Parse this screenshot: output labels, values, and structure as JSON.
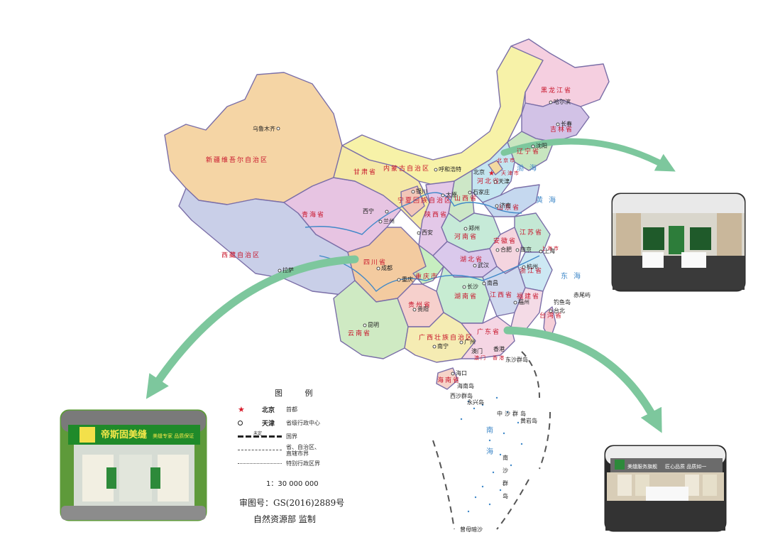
{
  "map": {
    "regions": [
      "新疆维吾尔自治区",
      "西藏自治区",
      "青海省",
      "甘肃省",
      "内蒙古自治区",
      "黑龙江省",
      "吉林省",
      "辽宁省",
      "河北省",
      "北京市",
      "天津市",
      "山西省",
      "山东省",
      "河南省",
      "陕西省",
      "宁夏回族自治区",
      "四川省",
      "重庆市",
      "湖北省",
      "安徽省",
      "江苏省",
      "上海市",
      "浙江省",
      "江西省",
      "湖南省",
      "贵州省",
      "云南省",
      "广西壮族自治区",
      "广东省",
      "福建省",
      "台湾省",
      "海南省",
      "香港",
      "澳门"
    ],
    "cities": [
      "乌鲁木齐",
      "拉萨",
      "西宁",
      "兰州",
      "银川",
      "呼和浩特",
      "哈尔滨",
      "长春",
      "沈阳",
      "北京",
      "天津",
      "石家庄",
      "太原",
      "济南",
      "郑州",
      "西安",
      "成都",
      "重庆",
      "武汉",
      "合肥",
      "南京",
      "上海",
      "杭州",
      "南昌",
      "长沙",
      "贵阳",
      "昆明",
      "南宁",
      "广州",
      "福州",
      "台北",
      "海口",
      "香港",
      "澳门"
    ],
    "islands": [
      "赤尾屿",
      "钓鱼岛",
      "东沙群岛",
      "西沙群岛",
      "中沙群岛",
      "黄岩岛",
      "南沙群岛",
      "永兴岛",
      "海南岛",
      "曾母暗沙"
    ],
    "seas": [
      "渤海",
      "黄海",
      "东海",
      "南海"
    ],
    "colors": {
      "border": "#7b6fa8",
      "river": "#3f88c8",
      "label": "#c8142a",
      "arrow": "#7dc79d"
    }
  },
  "legend": {
    "title": "图 例",
    "rows": [
      {
        "label": "北京",
        "desc": "首都"
      },
      {
        "label": "天津",
        "desc": "省级行政中心"
      },
      {
        "label": "",
        "desc": "国界",
        "note": "未定"
      },
      {
        "label": "",
        "desc": "省、自治区、直辖市界"
      },
      {
        "label": "",
        "desc": "特别行政区界"
      }
    ],
    "scale": "1：30 000 000",
    "approval": "审图号：GS(2016)2889号",
    "maker": "自然资源部  监制"
  },
  "photos": {
    "storefront_sign": "帝斯固美缝",
    "storefront_slogan": "美缝专家 品质保证",
    "showroom_sign": "美缝服务旗舰",
    "showroom_slogan": "匠心品质 品质如一"
  }
}
